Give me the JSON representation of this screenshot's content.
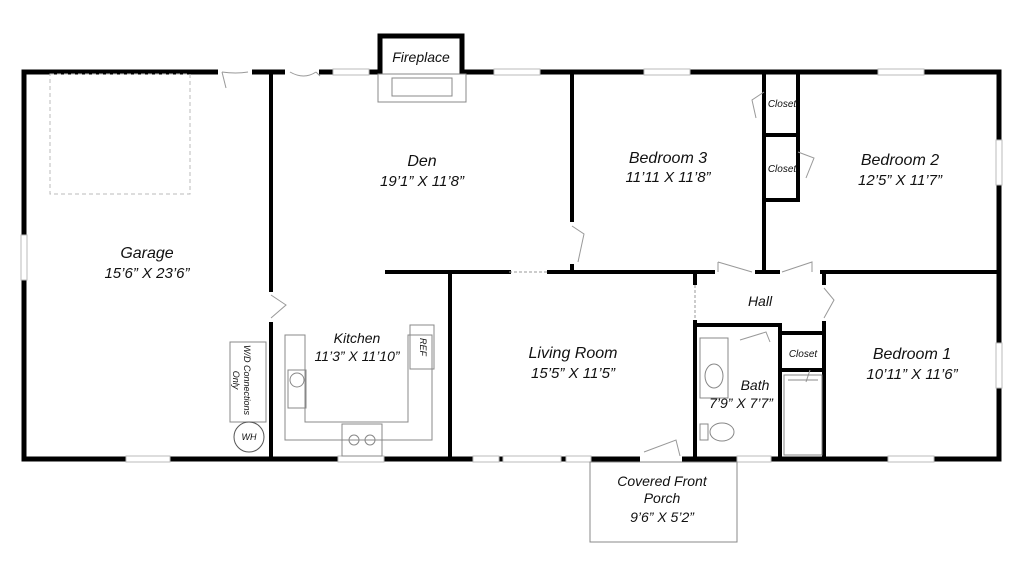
{
  "rooms": {
    "garage": {
      "name": "Garage",
      "dims": "15’6” X 23’6”"
    },
    "den": {
      "name": "Den",
      "dims": "19’1” X 11’8”"
    },
    "kitchen": {
      "name": "Kitchen",
      "dims": "11’3” X 11’10”"
    },
    "bedroom3": {
      "name": "Bedroom 3",
      "dims": "11’11 X 11’8”"
    },
    "bedroom2": {
      "name": "Bedroom 2",
      "dims": "12’5” X 11’7”"
    },
    "bedroom1": {
      "name": "Bedroom 1",
      "dims": "10’11” X 11’6”"
    },
    "living": {
      "name": "Living Room",
      "dims": "15’5” X 11’5”"
    },
    "bath": {
      "name": "Bath",
      "dims": "7’9” X 7’7”"
    },
    "hall": {
      "name": "Hall"
    },
    "porch": {
      "name_line1": "Covered Front",
      "name_line2": "Porch",
      "dims": "9’6” X 5’2”"
    }
  },
  "features": {
    "fireplace": "Fireplace",
    "closet": "Closet",
    "ref": "REF",
    "wd_line1": "W/D Connections",
    "wd_line2": "Only",
    "wh": "WH"
  },
  "colors": {
    "wall": "#000000",
    "fixture": "#888888",
    "window": "#ffffff",
    "door": "#999999"
  }
}
